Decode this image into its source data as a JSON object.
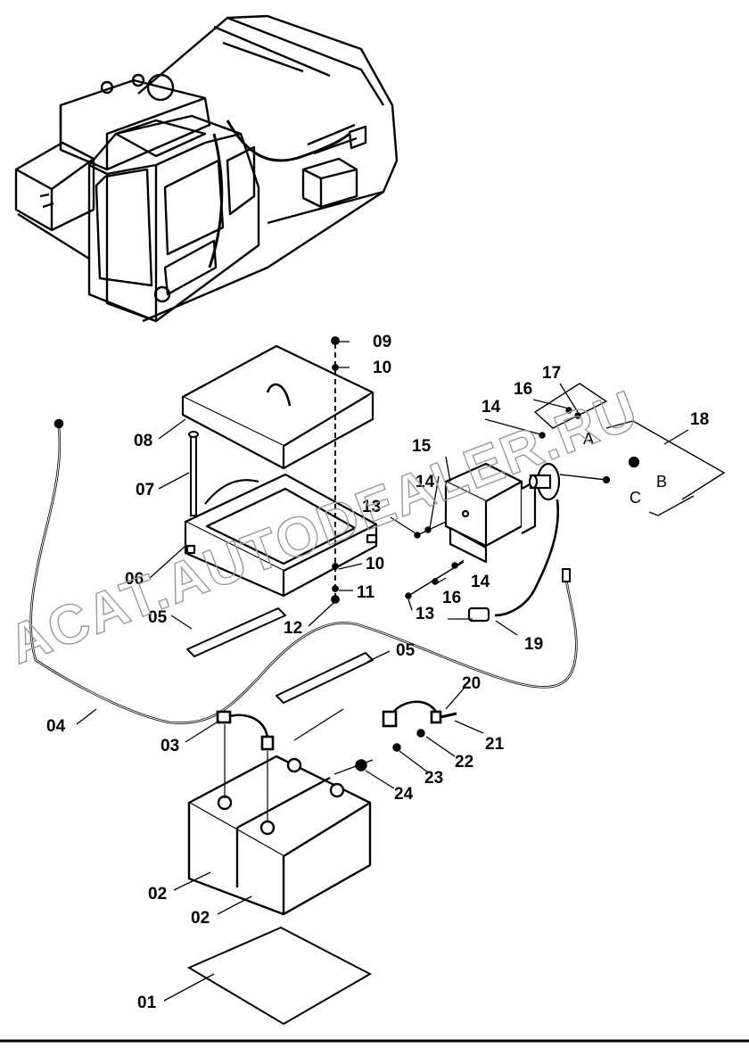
{
  "watermark": "ACAT.AUTODEALER.RU",
  "callouts": {
    "c01": "01",
    "c02a": "02",
    "c02b": "02",
    "c03": "03",
    "c04": "04",
    "c05a": "05",
    "c05b": "05",
    "c06": "06",
    "c07": "07",
    "c08": "08",
    "c09": "09",
    "c10a": "10",
    "c10b": "10",
    "c11": "11",
    "c12": "12",
    "c13a": "13",
    "c13b": "13",
    "c14a": "14",
    "c14b": "14",
    "c14c": "14",
    "c15": "15",
    "c16a": "16",
    "c16b": "16",
    "c17": "17",
    "c18": "18",
    "c19": "19",
    "c20": "20",
    "c21": "21",
    "c22": "22",
    "c23": "23",
    "c24": "24"
  },
  "detail_letters": {
    "a": "A",
    "b": "B",
    "c": "C"
  }
}
